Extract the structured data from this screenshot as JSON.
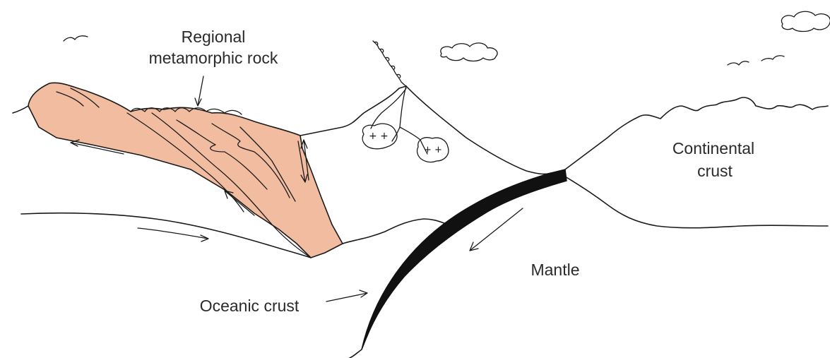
{
  "labels": {
    "regional_line1": "Regional",
    "regional_line2": "metamorphic rock",
    "continental_line1": "Continental",
    "continental_line2": "crust",
    "mantle": "Mantle",
    "oceanic_crust": "Oceanic crust"
  },
  "colors": {
    "metamorphic_fill": "#f2bca0",
    "oceanic_crust": "#111111",
    "line": "#1a1a1a",
    "background": "#ffffff"
  }
}
